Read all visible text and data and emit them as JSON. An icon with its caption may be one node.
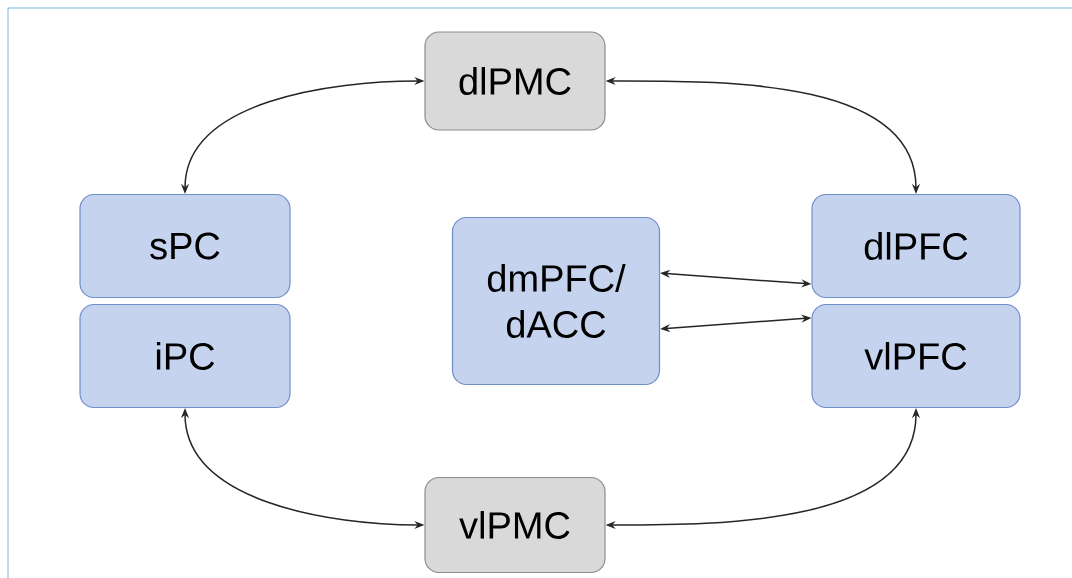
{
  "diagram": {
    "nodes": [
      {
        "text": [
          "dlPMC"
        ]
      },
      {
        "text": [
          "sPC"
        ]
      },
      {
        "text": [
          "iPC"
        ]
      },
      {
        "text": [
          "dmPFC/ dACC"
        ]
      },
      {
        "text": [
          "dlPFC"
        ]
      },
      {
        "text": [
          "vlPFC"
        ]
      },
      {
        "text": [
          "vlPMC"
        ]
      }
    ],
    "edges": [
      {
        "from": 0,
        "to": 1,
        "arrow": "both"
      },
      {
        "from": 0,
        "to": 4,
        "arrow": "both"
      },
      {
        "from": 3,
        "to": 4,
        "arrow": "both"
      },
      {
        "from": 3,
        "to": 5,
        "arrow": "both"
      },
      {
        "from": 2,
        "to": 6,
        "arrow": "both"
      },
      {
        "from": 6,
        "to": 5,
        "arrow": "both"
      }
    ]
  }
}
